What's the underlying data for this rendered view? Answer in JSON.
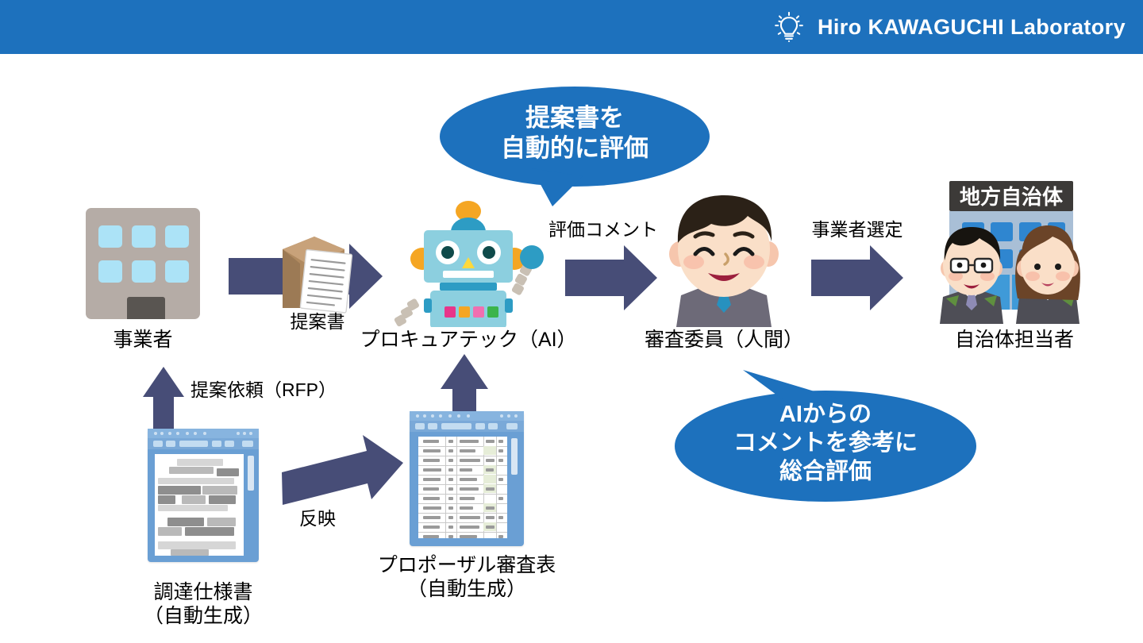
{
  "header": {
    "brand_title": "Hiro KAWAGUCHI Laboratory",
    "icon": "lightbulb-icon",
    "background_color": "#1d71bd",
    "text_color": "#ffffff"
  },
  "theme": {
    "accent_blue": "#1d71bd",
    "arrow_navy": "#474d77",
    "bubble_blue": "#1d71bd",
    "page_background": "#ffffff",
    "caption_color": "#000000"
  },
  "diagram": {
    "title": "Procuretech AI proposal evaluation flow",
    "nodes": [
      {
        "id": "vendor",
        "label": "事業者",
        "icon": "office-building-icon"
      },
      {
        "id": "procuretech",
        "label": "プロキュアテック（AI）",
        "icon": "robot-icon"
      },
      {
        "id": "reviewer",
        "label": "審査委員（人間）",
        "icon": "businessman-icon"
      },
      {
        "id": "gov_officer",
        "label": "自治体担当者",
        "icon": "city-hall-officers-icon"
      },
      {
        "id": "spec_doc",
        "label": "調達仕様書\n（自動生成）",
        "icon": "document-window-icon"
      },
      {
        "id": "review_sheet",
        "label": "プロポーザル審査表\n（自動生成）",
        "icon": "spreadsheet-window-icon"
      }
    ],
    "edges": [
      {
        "id": "proposal",
        "label": "提案書",
        "from": "vendor",
        "to": "procuretech",
        "direction": "right",
        "icon": "envelope-document-icon"
      },
      {
        "id": "comment",
        "label": "評価コメント",
        "from": "procuretech",
        "to": "reviewer",
        "direction": "right"
      },
      {
        "id": "selection",
        "label": "事業者選定",
        "from": "reviewer",
        "to": "gov_officer",
        "direction": "right"
      },
      {
        "id": "rfp",
        "label": "提案依頼（RFP）",
        "from": "spec_doc",
        "to": "vendor",
        "direction": "up"
      },
      {
        "id": "reflect",
        "label": "反映",
        "from": "spec_doc",
        "to": "review_sheet",
        "direction": "right"
      },
      {
        "id": "sheet_to_ai",
        "label": "",
        "from": "review_sheet",
        "to": "procuretech",
        "direction": "up"
      }
    ],
    "bubbles": [
      {
        "id": "ai-evaluates",
        "text": "提案書を\n自動的に評価",
        "points_to": "procuretech"
      },
      {
        "id": "human-decides",
        "text": "AIからの\nコメントを参考に\n総合評価",
        "points_to": "reviewer"
      }
    ],
    "illustration_text": {
      "city_hall_sign": "地方自治体"
    }
  }
}
